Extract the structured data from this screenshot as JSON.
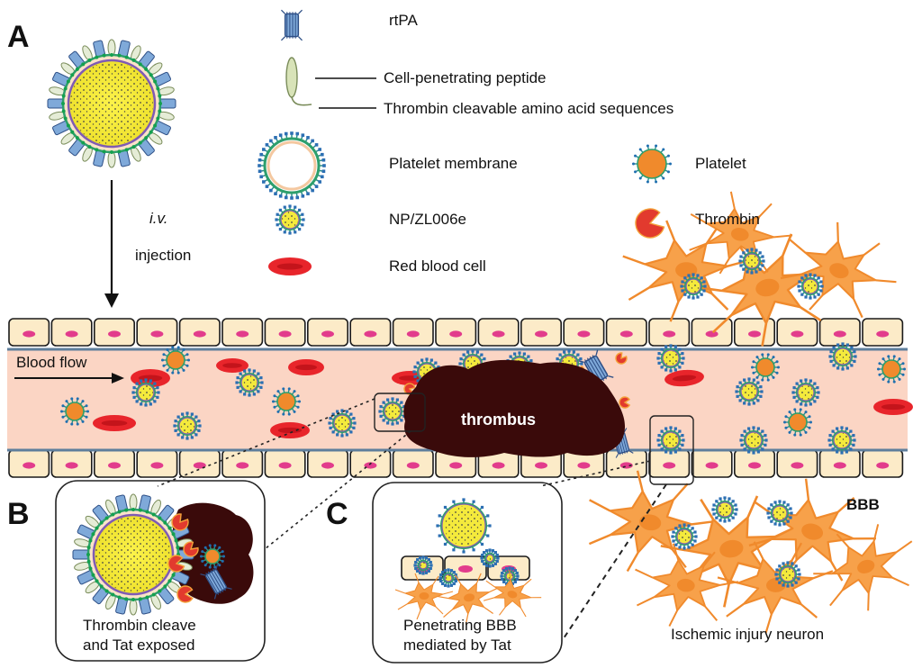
{
  "panels": {
    "a": "A",
    "b": "B",
    "c": "C"
  },
  "legend": {
    "rtpa": "rtPA",
    "cpp": "Cell-penetrating peptide",
    "cleavable": "Thrombin cleavable amino acid sequences",
    "membrane": "Platelet membrane",
    "np": "NP/ZL006e",
    "rbc": "Red blood cell",
    "platelet": "Platelet",
    "thrombin": "Thrombin"
  },
  "route": {
    "iv": "i.v.",
    "injection": "injection"
  },
  "vessel": {
    "blood_flow": "Blood flow",
    "thrombus": "thrombus"
  },
  "brain": {
    "bbb": "BBB",
    "neuron": "Ischemic injury neuron"
  },
  "insets": {
    "b_line1": "Thrombin cleave",
    "b_line2": "and Tat exposed",
    "c_line1": "Penetrating BBB",
    "c_line2": "mediated by Tat"
  },
  "colors": {
    "core": "#f4ea3c",
    "membrane": "#7f5bb4",
    "rbc": "#e8252b",
    "platelet": "#f08a2c",
    "thrombus": "#3a0a0a",
    "lumen": "#fbd5c4",
    "cell_wall": "#fcebc8",
    "nucleus": "#e23c8c",
    "neuron": "#f7a14a"
  }
}
